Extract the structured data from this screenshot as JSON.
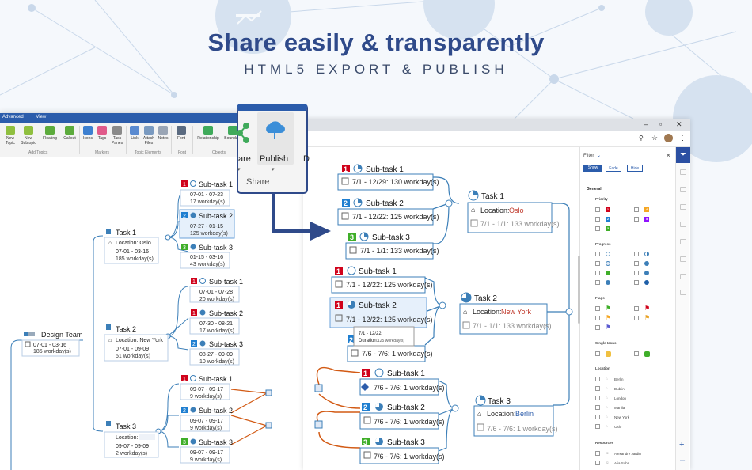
{
  "hero": {
    "title": "Share easily & transparently",
    "subtitle": "HTML5 EXPORT & PUBLISH"
  },
  "ribbon": {
    "tabs": [
      "Advanced",
      "View"
    ],
    "buttons": [
      {
        "label": "New Topic",
        "icon": "new-topic-icon"
      },
      {
        "label": "New Subtopic",
        "icon": "new-subtopic-icon"
      },
      {
        "label": "Floating",
        "icon": "floating-icon"
      },
      {
        "label": "Callout",
        "icon": "callout-icon"
      },
      {
        "label": "Icons",
        "icon": "icons-icon"
      },
      {
        "label": "Tags",
        "icon": "tags-icon"
      },
      {
        "label": "Task Panes",
        "icon": "task-panes-icon"
      },
      {
        "label": "Link",
        "icon": "link-icon"
      },
      {
        "label": "Attach Files",
        "icon": "attach-icon"
      },
      {
        "label": "Notes",
        "icon": "notes-icon"
      },
      {
        "label": "Font",
        "icon": "font-icon"
      },
      {
        "label": "Relationship",
        "icon": "relationship-icon"
      },
      {
        "label": "Boundary",
        "icon": "boundary-icon"
      }
    ],
    "groups": [
      "Add Topics",
      "Markers",
      "Topic Elements",
      "Font",
      "Objects"
    ]
  },
  "popup": {
    "share_top": "are",
    "publish": "Publish",
    "share": "Share",
    "d": "D"
  },
  "left_map": {
    "root": {
      "title": "Design Team",
      "date": "07-01 - 03-16",
      "workdays": "185 workday(s)"
    },
    "tasks": [
      {
        "title": "Task 1",
        "location": "Location: Oslo",
        "date": "07-01 - 03-16",
        "workdays": "185 workday(s)",
        "subtasks": [
          {
            "num": "1",
            "title": "Sub-task 1",
            "date": "07-01 - 07-23",
            "workdays": "17 workday(s)"
          },
          {
            "num": "2",
            "title": "Sub-task 2",
            "date": "07-27 - 01-15",
            "workdays": "125 workday(s)"
          },
          {
            "num": "3",
            "title": "Sub-task 3",
            "date": "01-15 - 03-16",
            "workdays": "43 workday(s)"
          }
        ]
      },
      {
        "title": "Task 2",
        "location": "Location: New York",
        "date": "07-01 - 09-09",
        "workdays": "51 workday(s)",
        "subtasks": [
          {
            "num": "1",
            "title": "Sub-task 1",
            "date": "07-01 - 07-28",
            "workdays": "20 workday(s)"
          },
          {
            "num": "1",
            "title": "Sub-task 2",
            "date": "07-30 - 08-21",
            "workdays": "17 workday(s)"
          },
          {
            "num": "2",
            "title": "Sub-task 3",
            "date": "08-27 - 09-09",
            "workdays": "10 workday(s)"
          }
        ]
      },
      {
        "title": "Task 3",
        "location": "Location:",
        "date": "09-07 - 09-09",
        "workdays": "2 workday(s)",
        "subtasks": [
          {
            "num": "1",
            "title": "Sub-task 1",
            "date": "09-07 - 09-17",
            "workdays": "9 workday(s)"
          },
          {
            "num": "2",
            "title": "Sub-task 2",
            "date": "09-07 - 09-17",
            "workdays": "9 workday(s)"
          },
          {
            "num": "3",
            "title": "Sub-task 3",
            "date": "09-07 - 09-17",
            "workdays": "9 workday(s)"
          }
        ]
      }
    ]
  },
  "right_map": {
    "tasks": [
      {
        "title": "Task 1",
        "location_label": "Location:",
        "location": "Oslo",
        "info": "7/1 - 1/1: 133 workday(s)",
        "subtasks": [
          {
            "num": "1",
            "title": "Sub-task 1",
            "info": "7/1 - 12/29: 130 workday(s)"
          },
          {
            "num": "2",
            "title": "Sub-task 2",
            "info": "7/1 - 12/22: 125 workday(s)"
          },
          {
            "num": "3",
            "title": "Sub-task 3",
            "info": "7/1 - 1/1: 133 workday(s)"
          }
        ]
      },
      {
        "title": "Task 2",
        "location_label": "Location:",
        "location": "New York",
        "info": "7/1 - 1/1: 133 workday(s)",
        "subtasks": [
          {
            "num": "1",
            "title": "Sub-task 1",
            "info": "7/1 - 12/22: 125 workday(s)"
          },
          {
            "num": "1",
            "title": "Sub-task 2",
            "info": "7/1 - 12/22: 125 workday(s)"
          },
          {
            "num": "2",
            "title": "",
            "info": "7/6 - 7/6: 1 workday(s)"
          }
        ],
        "tooltip": {
          "line1": "7/1 - 12/22",
          "line2_label": "Duration:",
          "line2": "125 workday(s)"
        }
      },
      {
        "title": "Task 3",
        "location_label": "Location:",
        "location": "Berlin",
        "info": "7/6 - 7/6: 1 workday(s)",
        "subtasks": [
          {
            "num": "1",
            "title": "Sub-task 1",
            "info": "7/6 - 7/6: 1 workday(s)"
          },
          {
            "num": "2",
            "title": "Sub-task 2",
            "info": "7/6 - 7/6: 1 workday(s)"
          },
          {
            "num": "3",
            "title": "Sub-task 3",
            "info": "7/6 - 7/6: 1 workday(s)"
          }
        ]
      }
    ]
  },
  "filter": {
    "title": "Filter",
    "modes": [
      "Show",
      "Fade",
      "Hide"
    ],
    "general": "General",
    "priority": "Priority",
    "progress": "Progress",
    "flags": "Flags",
    "single_icons": "Single Icons",
    "location": "Location",
    "locations": [
      "Berlin",
      "Dublin",
      "London",
      "Manila",
      "New York",
      "Oslo"
    ],
    "resources": "Resources",
    "people": [
      "Alexandre Jardin",
      "Alia Sohn"
    ]
  },
  "colors": {
    "brand": "#2f4a8a",
    "ribbon": "#2b5cab",
    "priority1": "#d0021b",
    "priority2": "#1f7fd1",
    "priority3": "#3fae29",
    "connector": "#3c7fb8",
    "relationship": "#d25a14"
  }
}
